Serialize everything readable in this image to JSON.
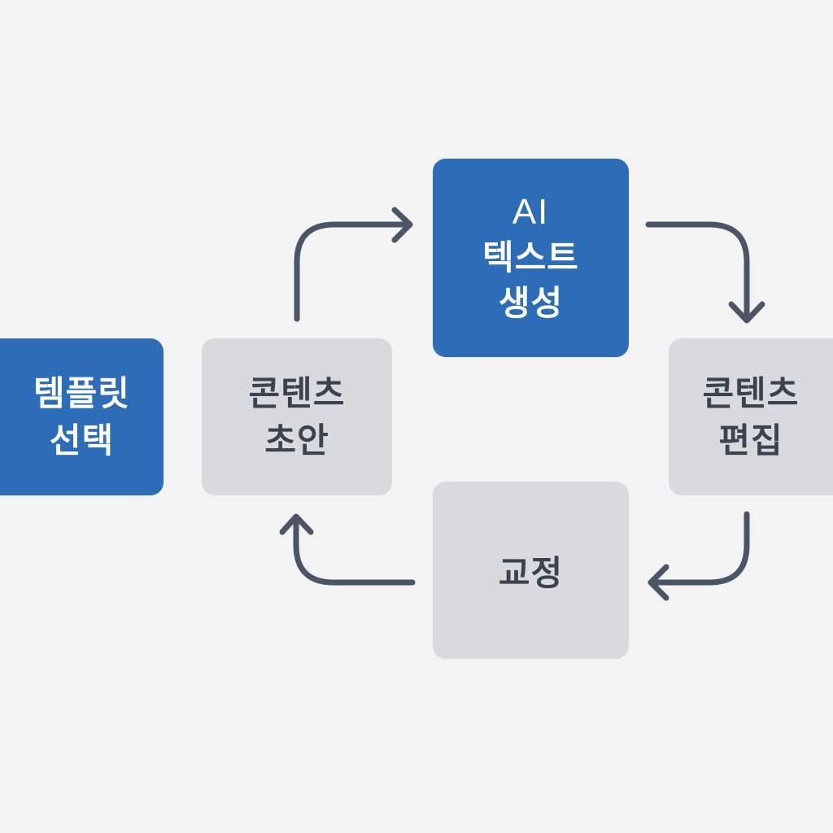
{
  "nodes": {
    "template_select": {
      "lines": [
        "템플릿",
        "선택"
      ]
    },
    "content_draft": {
      "lines": [
        "콘텐츠",
        "초안"
      ]
    },
    "ai_text_generation": {
      "lines": [
        "AI",
        "텍스트",
        "생성"
      ]
    },
    "content_edit": {
      "lines": [
        "콘텐츠",
        "편집"
      ]
    },
    "proofreading": {
      "lines": [
        "교정"
      ]
    }
  },
  "colors": {
    "background": "#f3f3f3",
    "blue_node": "#2d6db7",
    "gray_node": "#d8dadd",
    "gray_text": "#3b4350",
    "arrow": "#4a5567"
  }
}
